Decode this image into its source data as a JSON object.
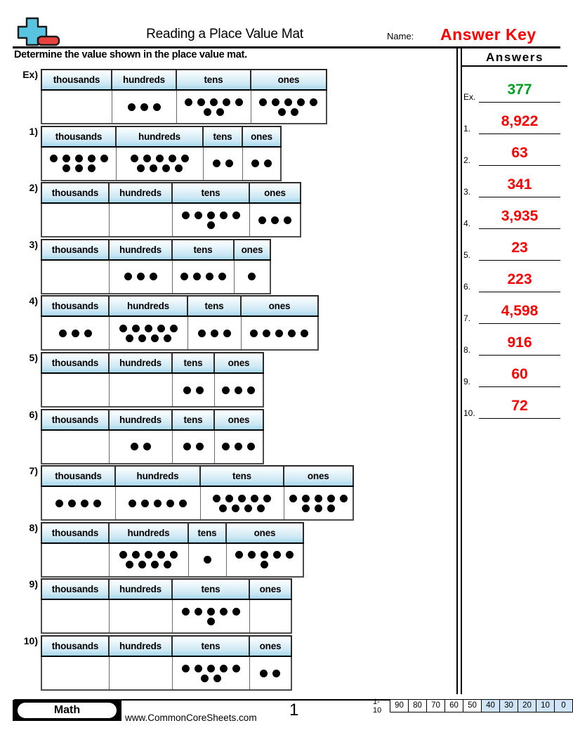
{
  "header": {
    "logo_icon": "plus-minus-icon",
    "title": "Reading a Place Value Mat",
    "name_label": "Name:",
    "answer_key": "Answer Key"
  },
  "instructions": "Determine the value shown in the place value mat.",
  "answers_panel": {
    "title": "Answers",
    "rows": [
      {
        "num": "Ex.",
        "value": "377",
        "color": "#00a21f"
      },
      {
        "num": "1.",
        "value": "8,922",
        "color": "#ff0000"
      },
      {
        "num": "2.",
        "value": "63",
        "color": "#ff0000"
      },
      {
        "num": "3.",
        "value": "341",
        "color": "#ff0000"
      },
      {
        "num": "4.",
        "value": "3,935",
        "color": "#ff0000"
      },
      {
        "num": "5.",
        "value": "23",
        "color": "#ff0000"
      },
      {
        "num": "6.",
        "value": "223",
        "color": "#ff0000"
      },
      {
        "num": "7.",
        "value": "4,598",
        "color": "#ff0000"
      },
      {
        "num": "8.",
        "value": "916",
        "color": "#ff0000"
      },
      {
        "num": "9.",
        "value": "60",
        "color": "#ff0000"
      },
      {
        "num": "10.",
        "value": "72",
        "color": "#ff0000"
      }
    ]
  },
  "column_headers": [
    "thousands",
    "hundreds",
    "tens",
    "ones"
  ],
  "problems": [
    {
      "label": "Ex)",
      "answer": "377",
      "counts": [
        0,
        3,
        7,
        7
      ],
      "widths": [
        100,
        92,
        106,
        108
      ]
    },
    {
      "label": "1)",
      "answer": "8,922",
      "counts": [
        8,
        9,
        2,
        2
      ],
      "widths": [
        106,
        124,
        56,
        55
      ]
    },
    {
      "label": "2)",
      "answer": "63",
      "counts": [
        0,
        0,
        6,
        3
      ],
      "widths": [
        96,
        90,
        110,
        73
      ]
    },
    {
      "label": "3)",
      "answer": "341",
      "counts": [
        0,
        3,
        4,
        1
      ],
      "widths": [
        96,
        90,
        88,
        52
      ]
    },
    {
      "label": "4)",
      "answer": "3,935",
      "counts": [
        3,
        9,
        3,
        5
      ],
      "widths": [
        96,
        112,
        76,
        110
      ]
    },
    {
      "label": "5)",
      "answer": "23",
      "counts": [
        0,
        0,
        2,
        3
      ],
      "widths": [
        96,
        90,
        60,
        70
      ]
    },
    {
      "label": "6)",
      "answer": "223",
      "counts": [
        0,
        2,
        2,
        3
      ],
      "widths": [
        96,
        90,
        60,
        70
      ]
    },
    {
      "label": "7)",
      "answer": "4,598",
      "counts": [
        4,
        5,
        9,
        8
      ],
      "widths": [
        105,
        121,
        119,
        97
      ]
    },
    {
      "label": "8)",
      "answer": "916",
      "counts": [
        0,
        9,
        1,
        6
      ],
      "widths": [
        96,
        113,
        54,
        110
      ]
    },
    {
      "label": "9)",
      "answer": "60",
      "counts": [
        0,
        0,
        6,
        0
      ],
      "widths": [
        96,
        90,
        110,
        60
      ]
    },
    {
      "label": "10)",
      "answer": "72",
      "counts": [
        0,
        0,
        7,
        2
      ],
      "widths": [
        96,
        90,
        110,
        60
      ]
    }
  ],
  "footer": {
    "badge": "Math",
    "url": "www.CommonCoreSheets.com",
    "page": "1",
    "scale_label": "1-10",
    "scale_values": [
      "90",
      "80",
      "70",
      "60",
      "50",
      "40",
      "30",
      "20",
      "10",
      "0"
    ],
    "scale_highlight_from_index": 5,
    "scale_highlight_color": "#cfe4f7"
  }
}
